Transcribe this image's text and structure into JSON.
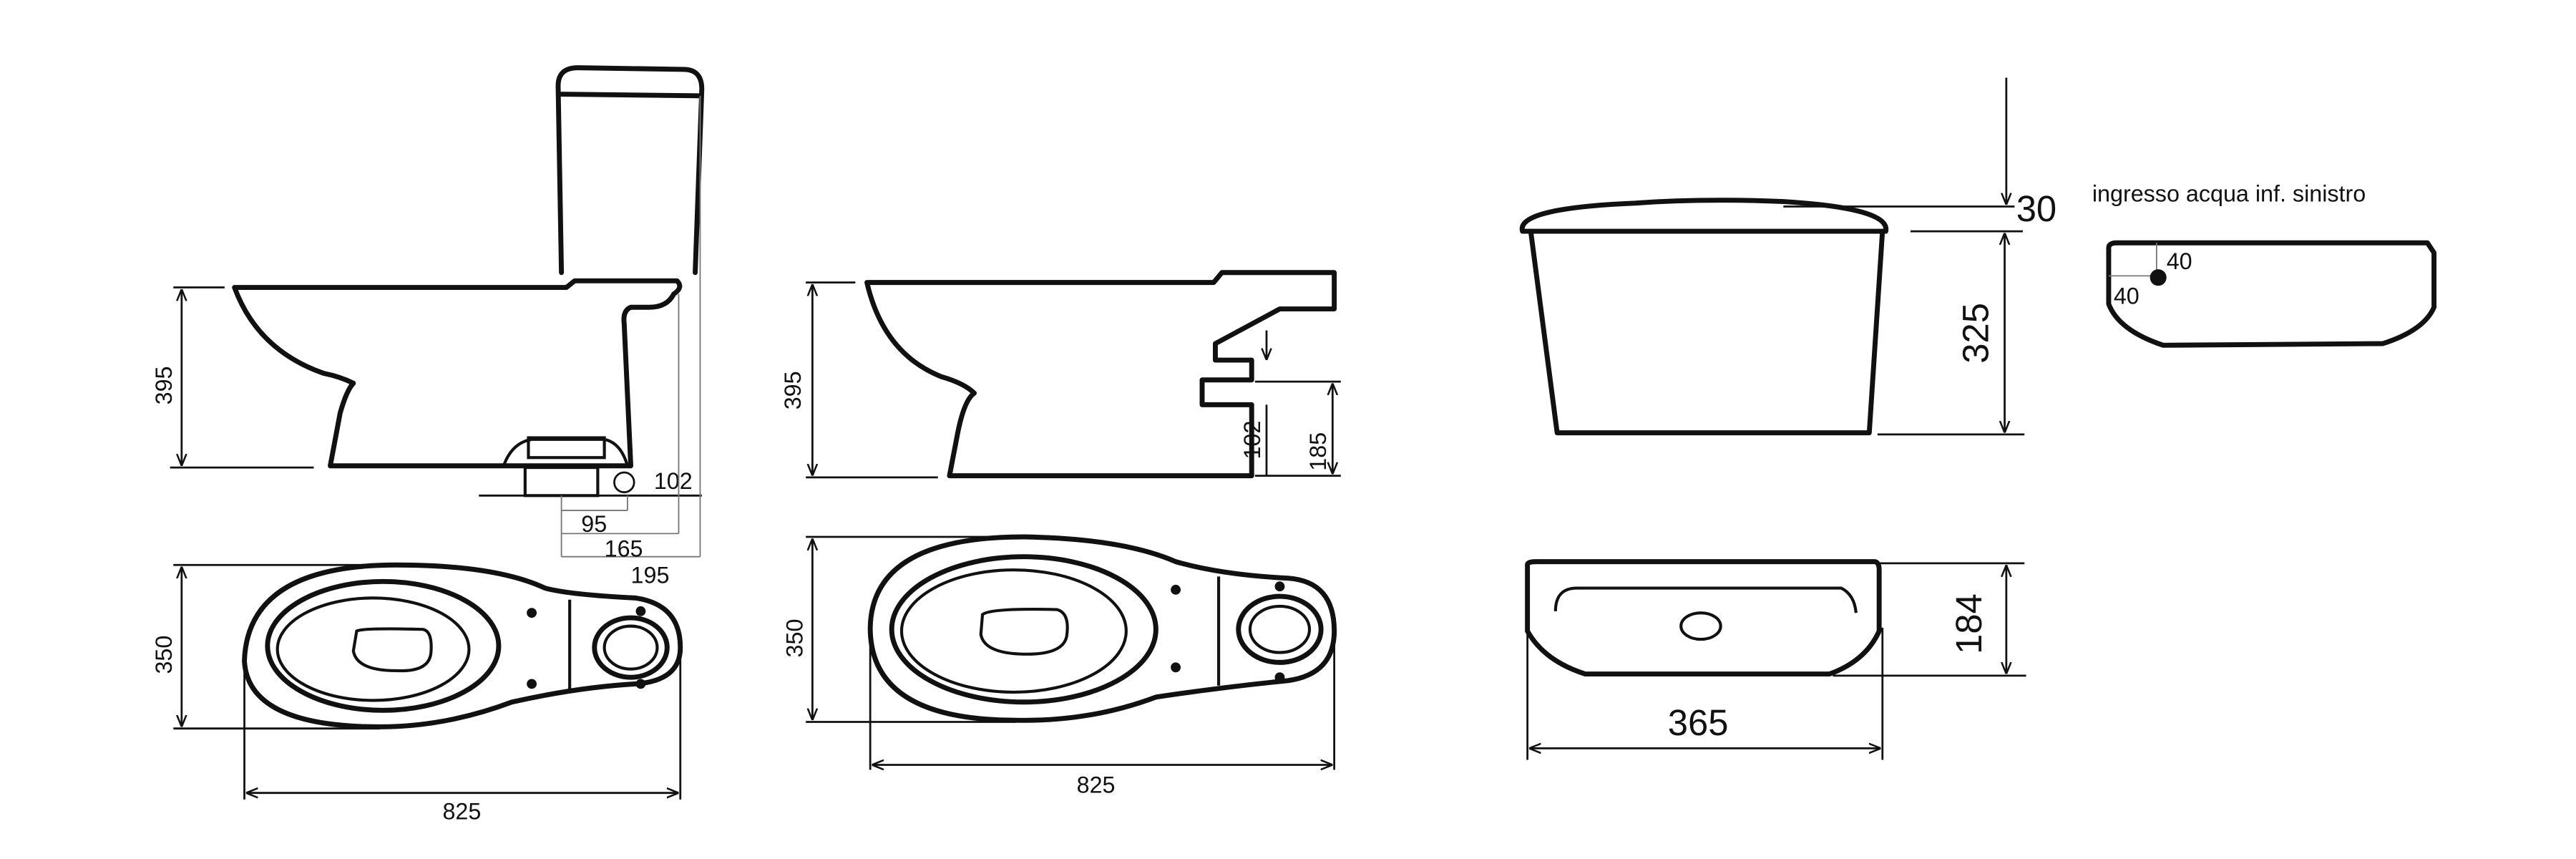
{
  "drawing_1": {
    "height": "395",
    "outlet_diameter_symbol": "Ø",
    "outlet_diameter": "102",
    "offset_1": "95",
    "offset_2": "165",
    "offset_3": "195",
    "width": "350",
    "length": "825"
  },
  "drawing_2": {
    "height": "395",
    "outlet_height_1": "102",
    "outlet_height_2": "185",
    "width": "350",
    "length": "825"
  },
  "cistern": {
    "lid_height": "30",
    "body_height": "325",
    "depth": "184",
    "width": "365"
  },
  "inlet_detail": {
    "label": "ingresso acqua inf. sinistro",
    "offset_x": "40",
    "offset_y": "40"
  }
}
